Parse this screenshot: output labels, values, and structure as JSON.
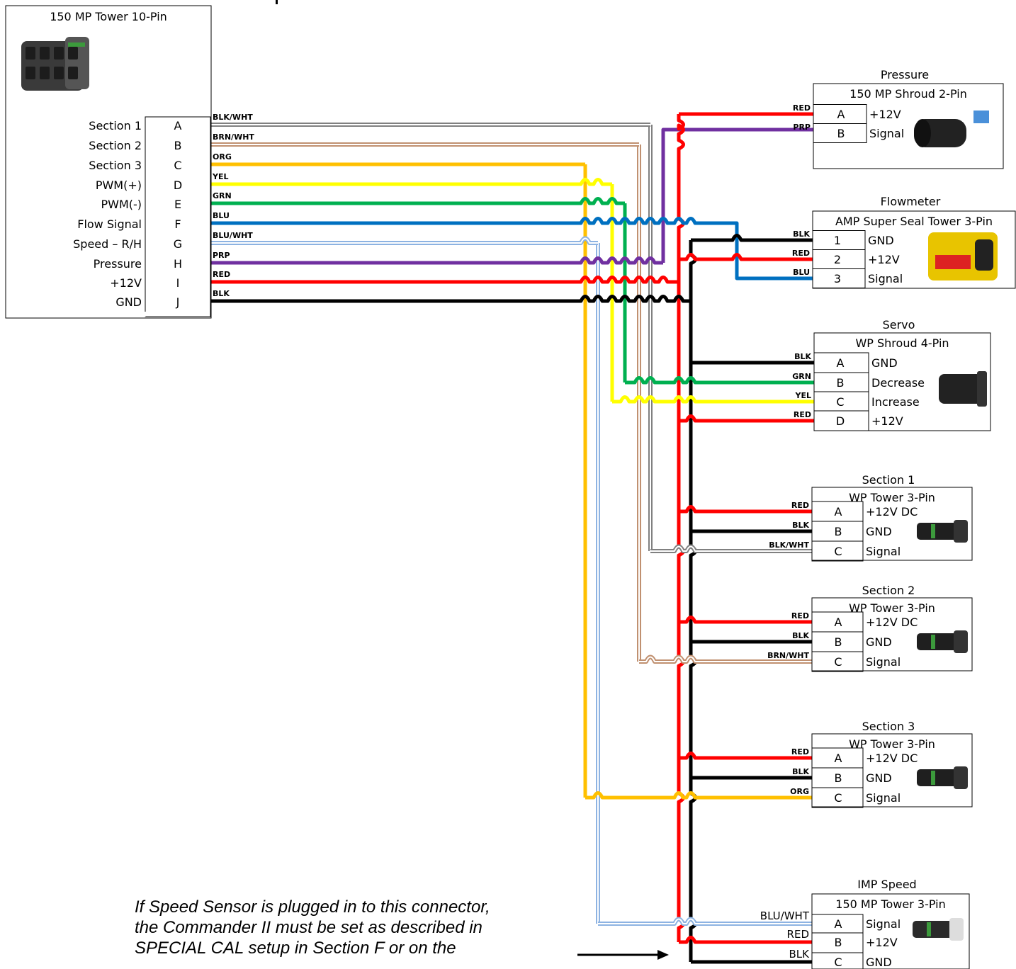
{
  "colors": {
    "BLK": "#000000",
    "RED": "#ff0000",
    "ORG": "#ffc000",
    "YEL": "#ffff00",
    "GRN": "#00b050",
    "BLU": "#0070c0",
    "PRP": "#7030a0",
    "BRN": "#c09070",
    "GRY": "#808080",
    "LBLU": "#8db3e2"
  },
  "main_connector": {
    "title": "150 MP Tower 10-Pin",
    "icon": "weatherpack-10pin-connector-image",
    "pins": [
      {
        "name": "Section 1",
        "pin": "A",
        "wire": "BLK/WHT"
      },
      {
        "name": "Section 2",
        "pin": "B",
        "wire": "BRN/WHT"
      },
      {
        "name": "Section 3",
        "pin": "C",
        "wire": "ORG"
      },
      {
        "name": "PWM(+)",
        "pin": "D",
        "wire": "YEL"
      },
      {
        "name": "PWM(-)",
        "pin": "E",
        "wire": "GRN"
      },
      {
        "name": "Flow Signal",
        "pin": "F",
        "wire": "BLU"
      },
      {
        "name": "Speed – R/H",
        "pin": "G",
        "wire": "BLU/WHT"
      },
      {
        "name": "Pressure",
        "pin": "H",
        "wire": "PRP"
      },
      {
        "name": "+12V",
        "pin": "I",
        "wire": "RED"
      },
      {
        "name": "GND",
        "pin": "J",
        "wire": "BLK"
      }
    ]
  },
  "devices": [
    {
      "label": "Pressure",
      "connector": "150 MP Shroud 2-Pin",
      "icon": "shroud-2pin-connector-image",
      "pins": [
        {
          "pin": "A",
          "func": "+12V",
          "wire": "RED"
        },
        {
          "pin": "B",
          "func": "Signal",
          "wire": "PRP"
        }
      ]
    },
    {
      "label": "Flowmeter",
      "connector": "AMP Super Seal Tower 3-Pin",
      "icon": "superseal-3pin-connector-image",
      "pins": [
        {
          "pin": "1",
          "func": "GND",
          "wire": "BLK"
        },
        {
          "pin": "2",
          "func": "+12V",
          "wire": "RED"
        },
        {
          "pin": "3",
          "func": "Signal",
          "wire": "BLU"
        }
      ]
    },
    {
      "label": "Servo",
      "connector": "WP Shroud 4-Pin",
      "icon": "shroud-4pin-connector-image",
      "pins": [
        {
          "pin": "A",
          "func": "GND",
          "wire": "BLK"
        },
        {
          "pin": "B",
          "func": "Decrease",
          "wire": "GRN"
        },
        {
          "pin": "C",
          "func": "Increase",
          "wire": "YEL"
        },
        {
          "pin": "D",
          "func": "+12V",
          "wire": "RED"
        }
      ]
    },
    {
      "label": "Section 1",
      "connector": "WP Tower 3-Pin",
      "icon": "tower-3pin-connector-image",
      "pins": [
        {
          "pin": "A",
          "func": "+12V DC",
          "wire": "RED"
        },
        {
          "pin": "B",
          "func": "GND",
          "wire": "BLK"
        },
        {
          "pin": "C",
          "func": "Signal",
          "wire": "BLK/WHT"
        }
      ]
    },
    {
      "label": "Section 2",
      "connector": "WP Tower 3-Pin",
      "icon": "tower-3pin-connector-image",
      "pins": [
        {
          "pin": "A",
          "func": "+12V DC",
          "wire": "RED"
        },
        {
          "pin": "B",
          "func": "GND",
          "wire": "BLK"
        },
        {
          "pin": "C",
          "func": "Signal",
          "wire": "BRN/WHT"
        }
      ]
    },
    {
      "label": "Section 3",
      "connector": "WP Tower 3-Pin",
      "icon": "tower-3pin-connector-image",
      "pins": [
        {
          "pin": "A",
          "func": "+12V DC",
          "wire": "RED"
        },
        {
          "pin": "B",
          "func": "GND",
          "wire": "BLK"
        },
        {
          "pin": "C",
          "func": "Signal",
          "wire": "ORG"
        }
      ]
    },
    {
      "label": "IMP Speed",
      "connector": "150 MP Tower 3-Pin",
      "icon": "tower-3pin-connector-image",
      "pins": [
        {
          "pin": "A",
          "func": "Signal",
          "wire": "BLU/WHT"
        },
        {
          "pin": "B",
          "func": "+12V",
          "wire": "RED"
        },
        {
          "pin": "C",
          "func": "GND",
          "wire": "BLK"
        }
      ]
    }
  ],
  "note": {
    "lines": [
      "If Speed Sensor is plugged in to this connector,",
      "the Commander II must be set as described in",
      "SPECIAL CAL setup in Section F or on the"
    ],
    "arrow": "right-arrow-icon"
  }
}
